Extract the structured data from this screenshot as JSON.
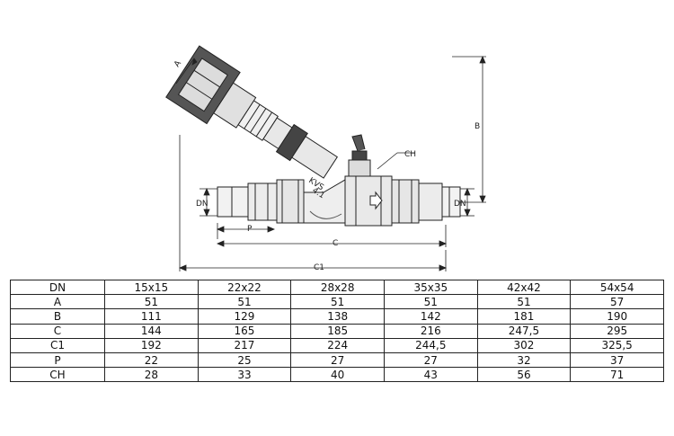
{
  "drawing": {
    "labels": {
      "a": "A",
      "b": "B",
      "c": "C",
      "c1": "C1",
      "p": "P",
      "ch": "CH",
      "dn_left": "DN",
      "dn_right": "DN",
      "kvs": "KVS",
      "kvs_value": "4.1"
    }
  },
  "table": {
    "header": {
      "label": "DN",
      "cols": [
        "15x15",
        "22x22",
        "28x28",
        "35x35",
        "42x42",
        "54x54"
      ]
    },
    "rows": [
      {
        "label": "A",
        "values": [
          "51",
          "51",
          "51",
          "51",
          "51",
          "57"
        ]
      },
      {
        "label": "B",
        "values": [
          "111",
          "129",
          "138",
          "142",
          "181",
          "190"
        ]
      },
      {
        "label": "C",
        "values": [
          "144",
          "165",
          "185",
          "216",
          "247,5",
          "295"
        ]
      },
      {
        "label": "C1",
        "values": [
          "192",
          "217",
          "224",
          "244,5",
          "302",
          "325,5"
        ]
      },
      {
        "label": "P",
        "values": [
          "22",
          "25",
          "27",
          "27",
          "32",
          "37"
        ]
      },
      {
        "label": "CH",
        "values": [
          "28",
          "33",
          "40",
          "43",
          "56",
          "71"
        ]
      }
    ]
  }
}
